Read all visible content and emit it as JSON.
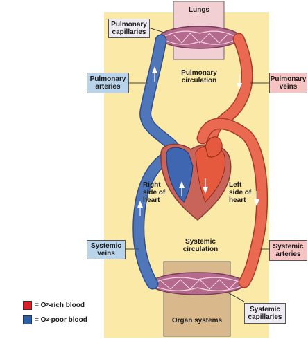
{
  "labels": {
    "lungs": "Lungs",
    "pulmonary_capillaries": "Pulmonary capillaries",
    "pulmonary_arteries": "Pulmonary arteries",
    "pulmonary_circulation": "Pulmonary circulation",
    "pulmonary_veins": "Pulmonary veins",
    "right_side_heart": "Right side of heart",
    "left_side_heart": "Left side of heart",
    "systemic_veins": "Systemic veins",
    "systemic_circulation": "Systemic circulation",
    "systemic_arteries": "Systemic arteries",
    "systemic_capillaries": "Systemic capillaries",
    "organ_systems": "Organ systems"
  },
  "legend": {
    "rich": {
      "prefix": "= O",
      "sub": "2",
      "suffix": " -rich blood",
      "color": "#d8202a"
    },
    "poor": {
      "prefix": "= O",
      "sub": "2",
      "suffix": " -poor blood",
      "color": "#2b5fa8"
    }
  },
  "colors": {
    "background_panel": "#fbe9a8",
    "lungs_box": "#f2cfd3",
    "organ_box": "#d9b98c",
    "oxygen_poor": "#4f76b8",
    "oxygen_rich": "#e96a50",
    "heart_muscle": "#c9645a"
  },
  "icons": [
    "flow-arrow-icon"
  ]
}
